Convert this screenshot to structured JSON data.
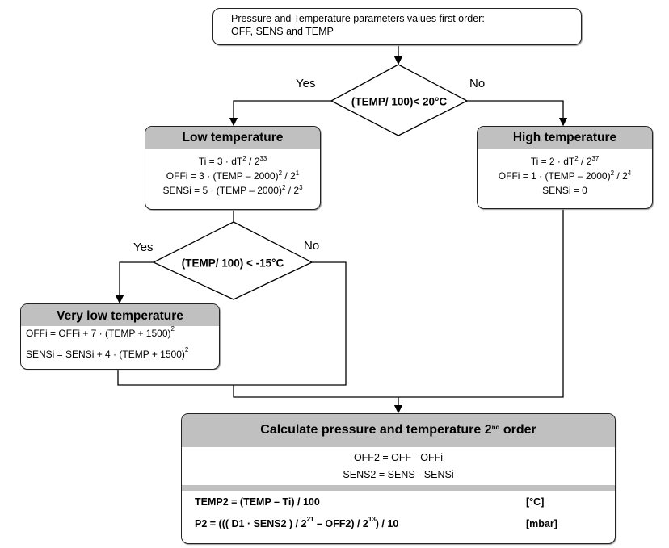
{
  "start": {
    "line1": "Pressure and Temperature parameters values first order:",
    "line2": "OFF, SENS and TEMP"
  },
  "decision1": {
    "text": "(TEMP/ 100)< 20°C",
    "yes": "Yes",
    "no": "No"
  },
  "low": {
    "title": "Low temperature",
    "ti": [
      "Ti = 3 · dT",
      "2",
      " / 2",
      "33"
    ],
    "offi": [
      "OFFi = 3 · (TEMP – 2000)",
      "2",
      " / 2",
      "1"
    ],
    "sensi": [
      "SENSi = 5 · (TEMP – 2000)",
      "2",
      " / 2",
      "3"
    ]
  },
  "high": {
    "title": "High temperature",
    "ti": [
      "Ti = 2 · dT",
      "2",
      " / 2",
      "37"
    ],
    "offi": [
      "OFFi = 1 · (TEMP – 2000)",
      "2",
      " / 2",
      "4"
    ],
    "sensi": "SENSi = 0"
  },
  "decision2": {
    "text": "(TEMP/ 100) < -15°C",
    "yes": "Yes",
    "no": "No"
  },
  "verylow": {
    "title": "Very low temperature",
    "offi": [
      "OFFi = OFFi + 7 · (TEMP + 1500)",
      "2"
    ],
    "sensi": [
      "SENSi = SENSi + 4 · (TEMP + 1500)",
      "2"
    ]
  },
  "final": {
    "title": [
      "Calculate pressure and temperature 2",
      "nd",
      " order"
    ],
    "off2": "OFF2 = OFF - OFFi",
    "sens2": "SENS2 = SENS - SENSi",
    "temp2": "TEMP2 = (TEMP – Ti) / 100",
    "temp2_unit": "[°C]",
    "p2": [
      "P2 = ((( D1 · SENS2 ) / 2",
      "21",
      " – OFF2) / 2",
      "13",
      ") / 10"
    ],
    "p2_unit": "[mbar]"
  }
}
